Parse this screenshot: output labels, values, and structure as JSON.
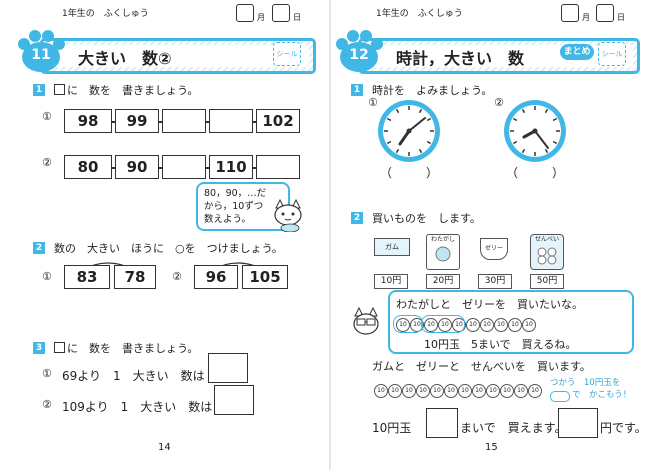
{
  "left": {
    "header": {
      "grade": "1年生の　ふくしゅう",
      "month": "月",
      "day": "日"
    },
    "unit_number": "11",
    "title": "大きい　数②",
    "seal": "シール",
    "q1": {
      "num": "1",
      "text": "に　数を　書きましょう。",
      "row1_label": "①",
      "row1": [
        "98",
        "99",
        "",
        "",
        "102"
      ],
      "row2_label": "②",
      "row2": [
        "80",
        "90",
        "",
        "110",
        ""
      ]
    },
    "bubble": [
      "80，90，…だ",
      "から，10ずつ",
      "数えよう。"
    ],
    "q2": {
      "num": "2",
      "text": "数の　大きい　ほうに　○を　つけましょう。",
      "a_label": "①",
      "a": [
        "83",
        "78"
      ],
      "b_label": "②",
      "b": [
        "96",
        "105"
      ]
    },
    "q3": {
      "num": "3",
      "text": "に　数を　書きましょう。",
      "a_label": "①",
      "a": "69より　1　大きい　数は",
      "b_label": "②",
      "b": "109より　1　大きい　数は"
    },
    "page_number": "14"
  },
  "right": {
    "header": {
      "grade": "1年生の　ふくしゅう",
      "month": "月",
      "day": "日"
    },
    "unit_number": "12",
    "title": "時計，大きい　数",
    "matome": "まとめ",
    "seal": "シール",
    "q1": {
      "num": "1",
      "text": "時計を　よみましょう。",
      "a_label": "①",
      "b_label": "②",
      "paren_open": "（",
      "paren_close": "）"
    },
    "q2": {
      "num": "2",
      "text": "買いものを　します。",
      "items": [
        {
          "name": "ガム",
          "price": "10円"
        },
        {
          "name": "わたがし",
          "price": "20円"
        },
        {
          "name": "ゼリー",
          "price": "30円"
        },
        {
          "name": "せんべい",
          "price": "50円"
        }
      ],
      "bubble_line1": "わたがしと　ゼリーを　買いたいな。",
      "bubble_line2": "10円玉　5まいで　買えるね。",
      "sentence": "ガムと　ゼリーと　せんべいを　買います。",
      "coin_label": "10",
      "hint": [
        "つかう　10円玉を",
        "で　かこもう！"
      ],
      "answer_prefix": "10円玉",
      "answer_mid": "まいで　買えます。",
      "answer_suffix": "円です。"
    },
    "page_number": "15"
  },
  "colors": {
    "accent": "#41b7e6",
    "text": "#222222"
  }
}
